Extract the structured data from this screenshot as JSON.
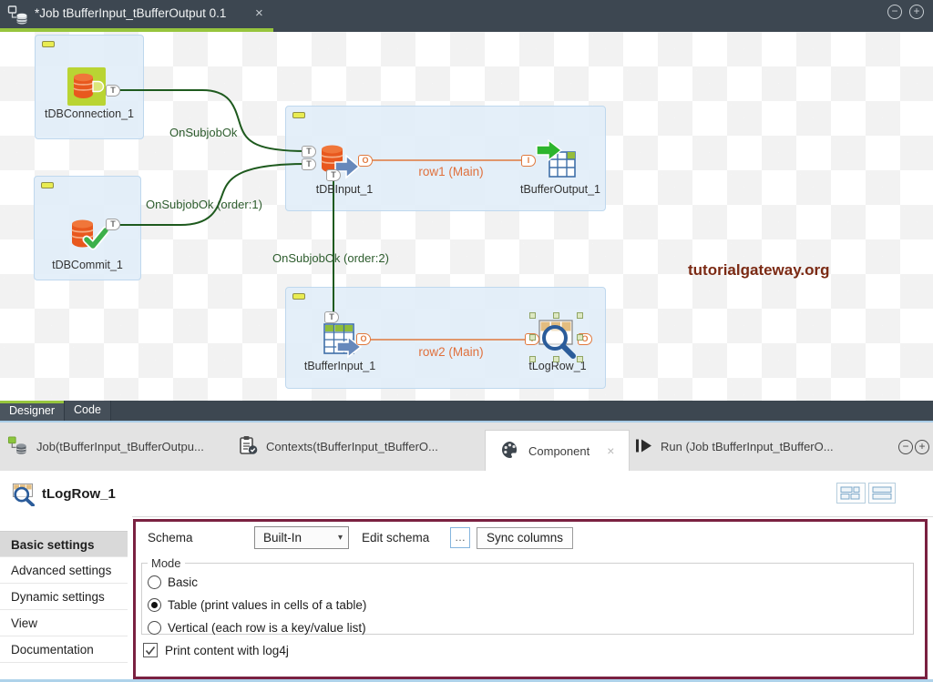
{
  "window": {
    "tab_title": "*Job tBufferInput_tBufferOutput 0.1",
    "close_glyph": "×",
    "minimize_glyph": "−",
    "maximize_glyph": "+"
  },
  "canvas": {
    "watermark": "tutorialgateway.org",
    "port_letters": {
      "trigger": "T",
      "output": "O",
      "input": "I"
    },
    "nodes": [
      {
        "label": "tDBConnection_1"
      },
      {
        "label": "tDBCommit_1"
      },
      {
        "label": "tDBInput_1"
      },
      {
        "label": "tBufferOutput_1"
      },
      {
        "label": "tBufferInput_1"
      },
      {
        "label": "tLogRow_1"
      }
    ],
    "links": {
      "onsubjobok": "OnSubjobOk",
      "onsubjobok_order1": "OnSubjobOk (order:1)",
      "onsubjobok_order2": "OnSubjobOk (order:2)",
      "row1": "row1 (Main)",
      "row2": "row2 (Main)"
    }
  },
  "designer_tabs": [
    {
      "label": "Designer",
      "active": true
    },
    {
      "label": "Code",
      "active": false
    }
  ],
  "bottom_tabs": [
    {
      "label": "Job(tBufferInput_tBufferOutpu..."
    },
    {
      "label": "Contexts(tBufferInput_tBufferO..."
    },
    {
      "label": "Component",
      "active": true,
      "close_glyph": "×"
    },
    {
      "label": "Run (Job tBufferInput_tBufferO..."
    }
  ],
  "component_panel": {
    "title": "tLogRow_1",
    "sidebar": [
      {
        "label": "Basic settings",
        "selected": true
      },
      {
        "label": "Advanced settings",
        "selected": false
      },
      {
        "label": "Dynamic settings",
        "selected": false
      },
      {
        "label": "View",
        "selected": false
      },
      {
        "label": "Documentation",
        "selected": false
      }
    ],
    "schema": {
      "label": "Schema",
      "dropdown_value": "Built-In",
      "edit_schema_label": "Edit schema",
      "ellipsis_button": "…",
      "sync_button": "Sync columns"
    },
    "mode": {
      "legend": "Mode",
      "options": [
        {
          "label": "Basic",
          "selected": false
        },
        {
          "label": "Table (print values in cells of a table)",
          "selected": true
        },
        {
          "label": "Vertical (each row is a key/value list)",
          "selected": false
        }
      ]
    },
    "log4j": {
      "label": "Print content with log4j",
      "checked": true
    }
  },
  "colors": {
    "accent_green": "#97c53d",
    "annotation_maroon": "#7a2141",
    "trigger_link": "#1e5a1e",
    "row_link": "#e0793e",
    "watermark_red": "#7b2a14"
  }
}
